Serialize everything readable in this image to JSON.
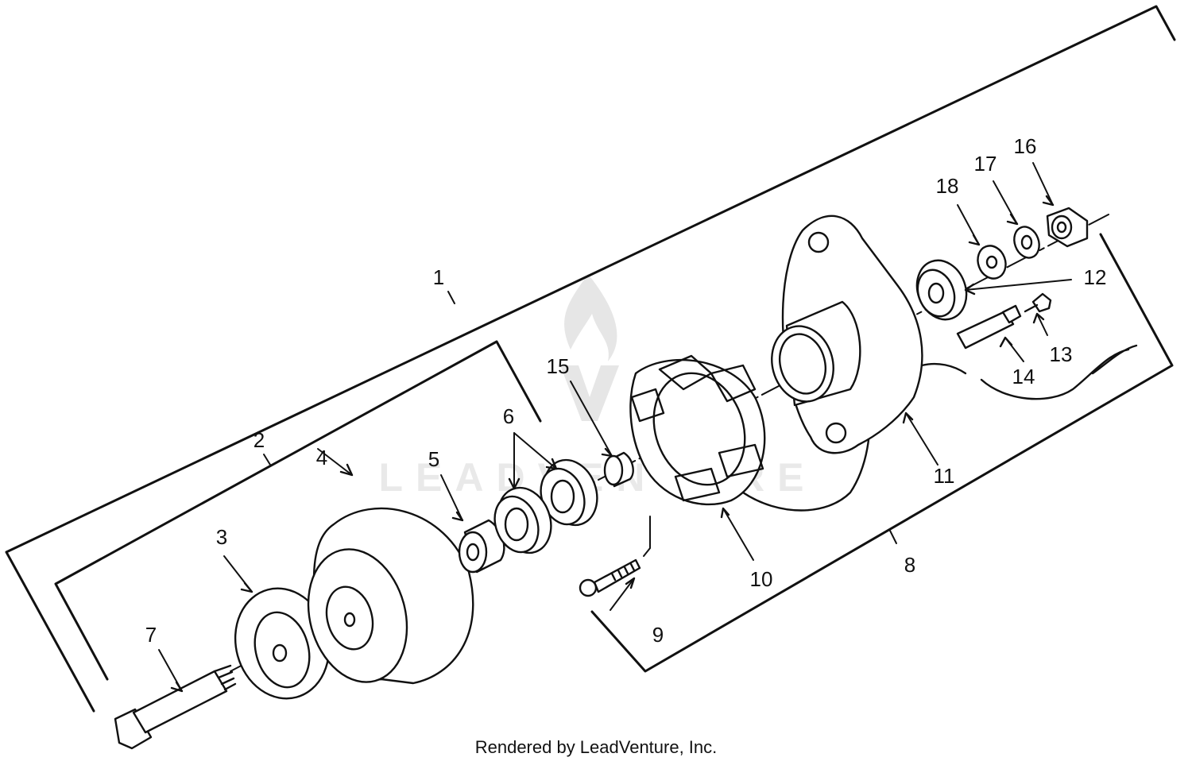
{
  "diagram": {
    "callouts": [
      {
        "id": "1",
        "label": "1"
      },
      {
        "id": "2",
        "label": "2"
      },
      {
        "id": "3",
        "label": "3"
      },
      {
        "id": "4",
        "label": "4"
      },
      {
        "id": "5",
        "label": "5"
      },
      {
        "id": "6",
        "label": "6"
      },
      {
        "id": "7",
        "label": "7"
      },
      {
        "id": "8",
        "label": "8"
      },
      {
        "id": "9",
        "label": "9"
      },
      {
        "id": "10",
        "label": "10"
      },
      {
        "id": "11",
        "label": "11"
      },
      {
        "id": "12",
        "label": "12"
      },
      {
        "id": "13",
        "label": "13"
      },
      {
        "id": "14",
        "label": "14"
      },
      {
        "id": "15",
        "label": "15"
      },
      {
        "id": "16",
        "label": "16"
      },
      {
        "id": "17",
        "label": "17"
      },
      {
        "id": "18",
        "label": "18"
      }
    ]
  },
  "watermark": {
    "text": "LEADVENTURE"
  },
  "footer": {
    "text": "Rendered by LeadVenture, Inc."
  }
}
